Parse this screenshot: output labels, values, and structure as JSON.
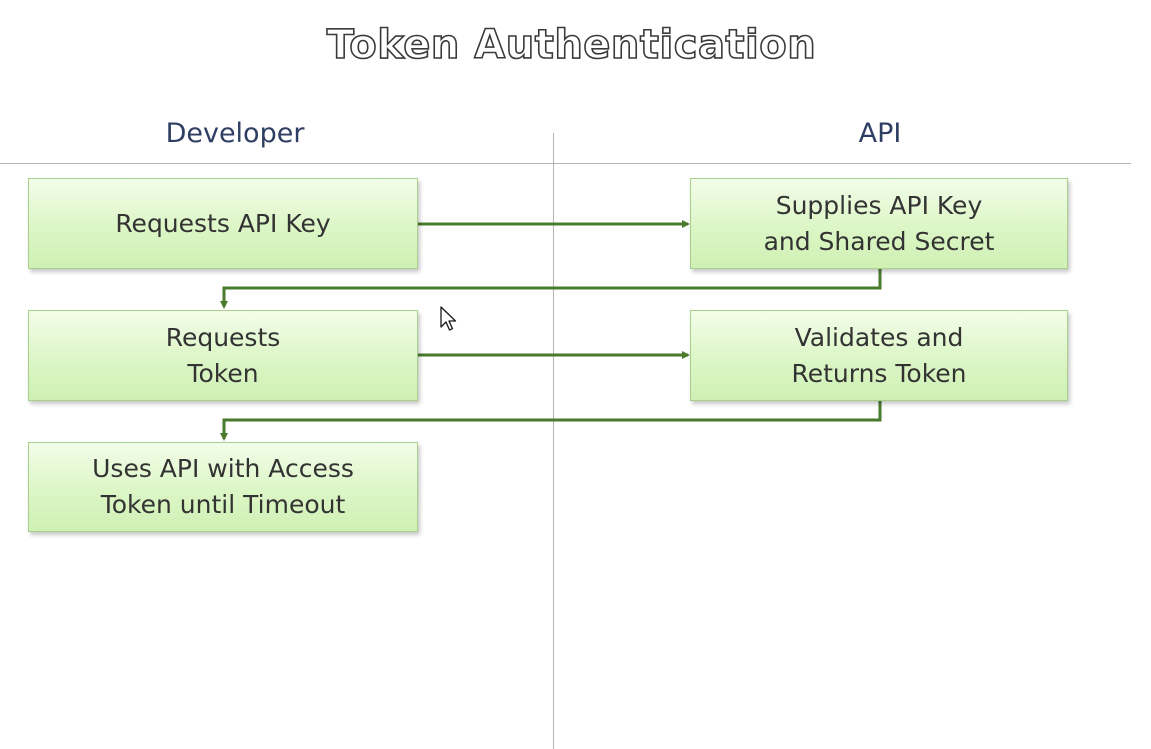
{
  "title": "Token Authentication",
  "lanes": {
    "developer": "Developer",
    "api": "API"
  },
  "steps": [
    {
      "id": "requests-api-key",
      "lane": "developer",
      "text": "Requests API Key"
    },
    {
      "id": "supplies-api-key",
      "lane": "api",
      "text": "Supplies API Key\nand Shared Secret"
    },
    {
      "id": "requests-token",
      "lane": "developer",
      "text": "Requests\nToken"
    },
    {
      "id": "validates-token",
      "lane": "api",
      "text": "Validates and\nReturns Token"
    },
    {
      "id": "uses-api",
      "lane": "developer",
      "text": "Uses API with Access\nToken until Timeout"
    }
  ],
  "connections": [
    {
      "from": "requests-api-key",
      "to": "supplies-api-key"
    },
    {
      "from": "supplies-api-key",
      "to": "requests-token"
    },
    {
      "from": "requests-token",
      "to": "validates-token"
    },
    {
      "from": "validates-token",
      "to": "uses-api"
    }
  ],
  "colors": {
    "step_fill_top": "#f3fde9",
    "step_fill_bottom": "#cff0b4",
    "step_border": "#a9cf8f",
    "connector": "#4a7a2c",
    "lane_header_text": "#2f3e63",
    "divider": "#b5b5b5"
  },
  "icons": {
    "pointer": "mouse-pointer-icon"
  }
}
